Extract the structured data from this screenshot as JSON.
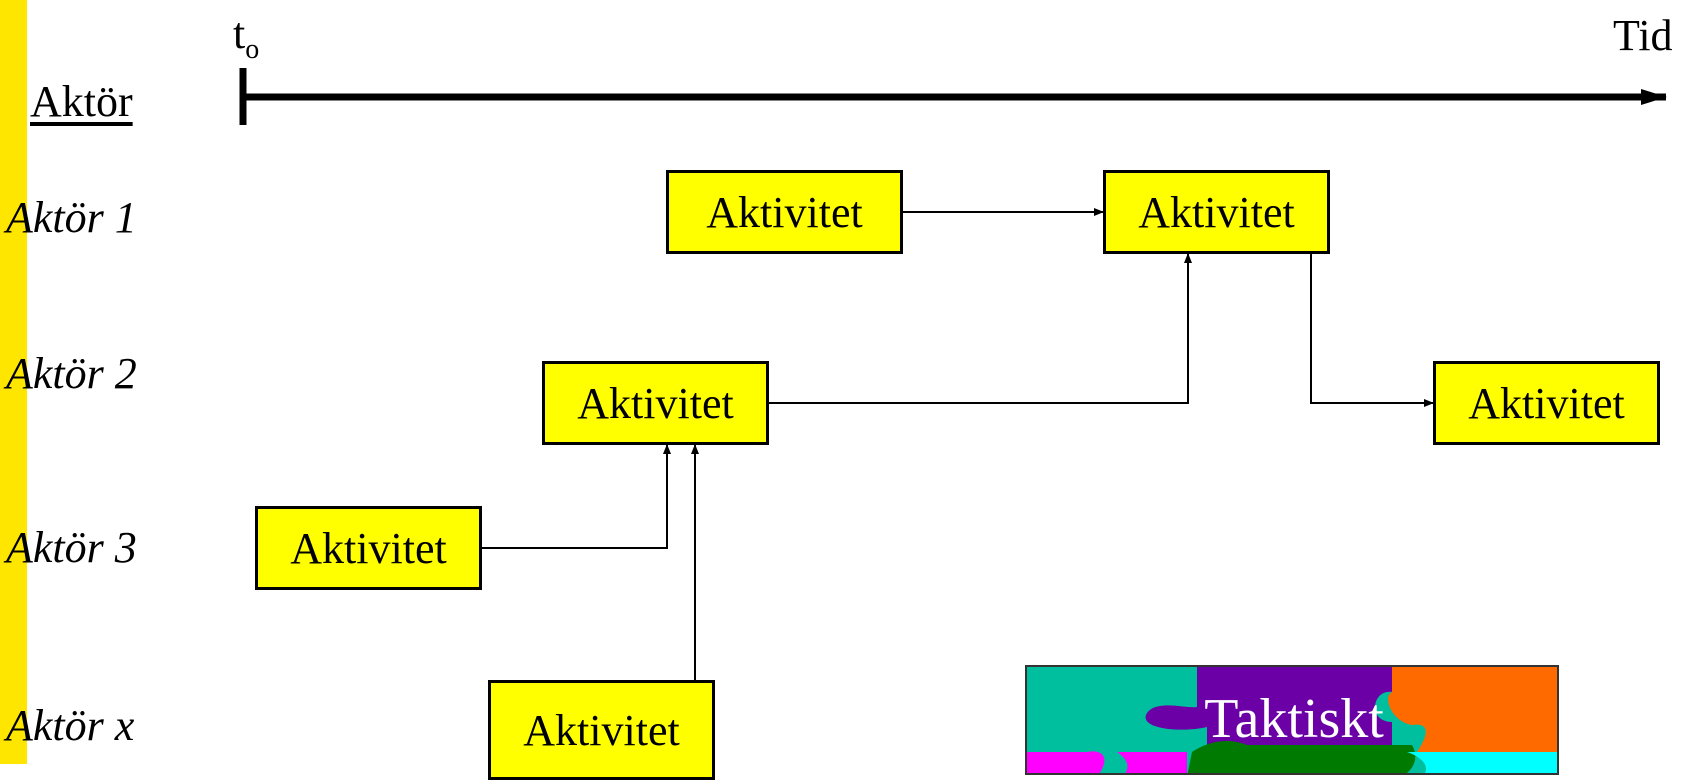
{
  "time_axis": {
    "start_label": "t",
    "start_subscript": "o",
    "end_label": "Tid"
  },
  "actor_header": "Aktör",
  "lanes": [
    "Aktör 1",
    "Aktör 2",
    "Aktör 3",
    "Aktör x"
  ],
  "activities": [
    {
      "label": "Aktivitet",
      "lane": "Aktör 1"
    },
    {
      "label": "Aktivitet",
      "lane": "Aktör 1"
    },
    {
      "label": "Aktivitet",
      "lane": "Aktör 2"
    },
    {
      "label": "Aktivitet",
      "lane": "Aktör 2"
    },
    {
      "label": "Aktivitet",
      "lane": "Aktör 3"
    },
    {
      "label": "Aktivitet",
      "lane": "Aktör x"
    }
  ],
  "puzzle_image": {
    "label": "Taktiskt"
  },
  "colors": {
    "accent_bar": "#ffe600",
    "activity_fill": "#ffff00",
    "line": "#000000"
  }
}
